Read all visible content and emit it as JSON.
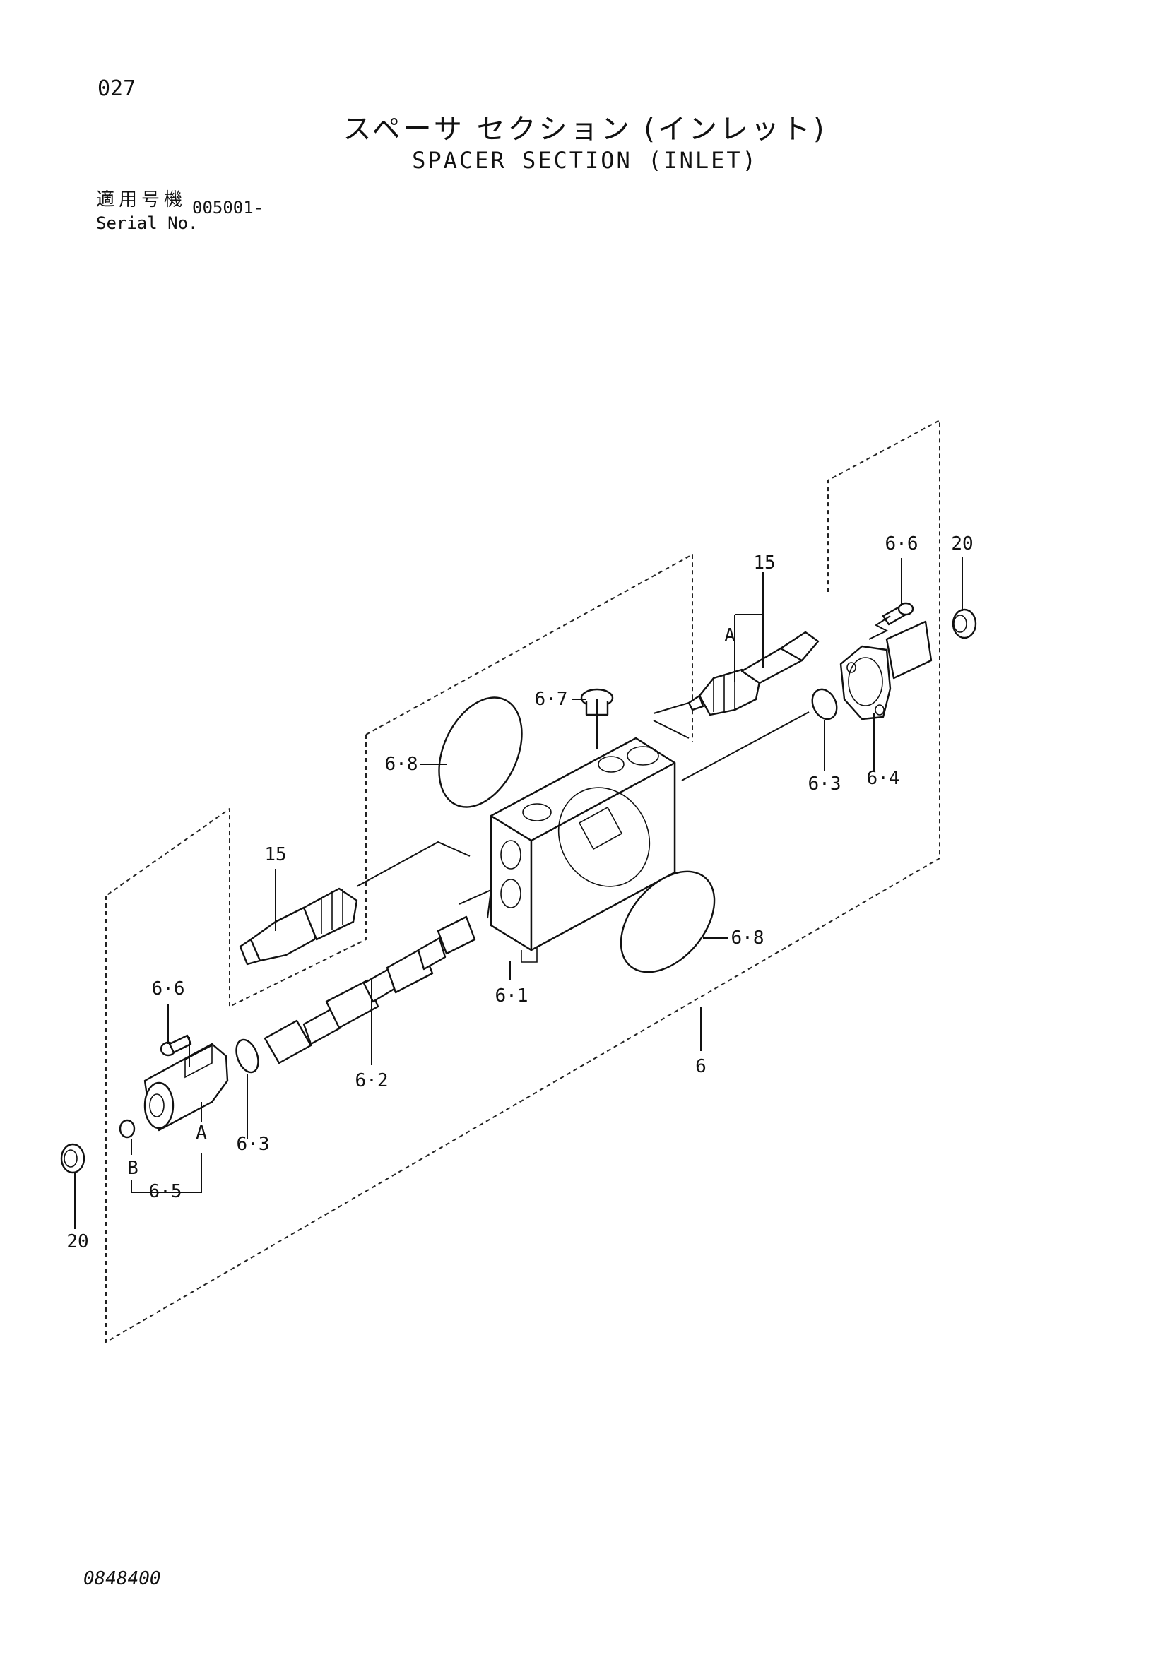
{
  "header": {
    "page_number": "027",
    "title_ja": "スペーサ セクション (インレット)",
    "title_en": "SPACER SECTION (INLET)",
    "serial_label_ja": "適用号機",
    "serial_label_en": "Serial No.",
    "serial_value": "005001-"
  },
  "callouts": {
    "relief_valve_right": "15",
    "relief_valve_left": "15",
    "plug_right": "20",
    "plug_left": "20",
    "screw_right": "6·6",
    "screw_left": "6·6",
    "plug_small": "6·7",
    "seal_ring_upper": "6·8",
    "seal_ring_lower": "6·8",
    "oring_right": "6·3",
    "oring_left": "6·3",
    "cover_right": "6·4",
    "housing": "6·1",
    "spool": "6·2",
    "assembly": "6",
    "cap_assembly": "6·5",
    "ref_a_upper": "A",
    "ref_a_lower": "A",
    "ref_b": "B"
  },
  "footer": {
    "drawing_number": "0848400"
  }
}
